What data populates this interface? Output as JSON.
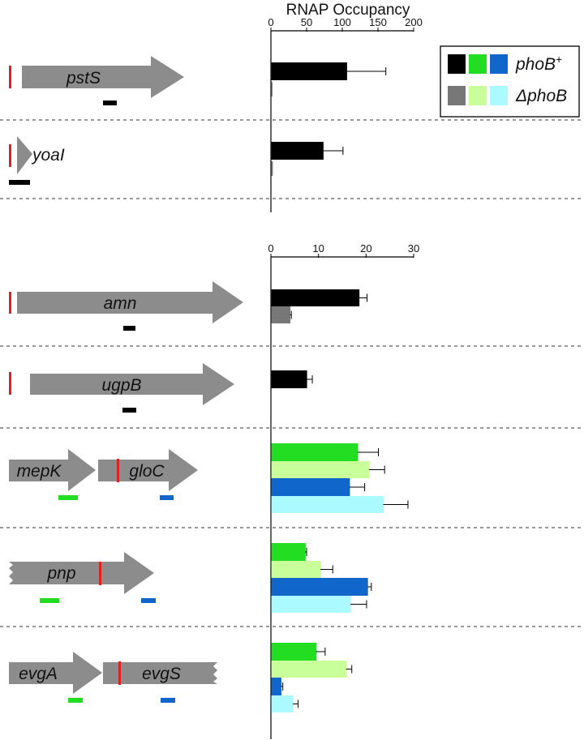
{
  "chart_data": {
    "type": "bar",
    "title": "RNAP Occupancy",
    "legend": {
      "placement": "top-right",
      "rows": [
        {
          "label": "phoB",
          "superscript": "+",
          "colors": [
            "#000000",
            "#22dd22",
            "#1166cc"
          ]
        },
        {
          "label": "ΔphoB",
          "superscript": "",
          "colors": [
            "#777777",
            "#c8ff9a",
            "#aafaff"
          ]
        }
      ]
    },
    "axes": [
      {
        "ticks": [
          0,
          50,
          100,
          150,
          200
        ],
        "xlim": [
          0,
          200
        ]
      },
      {
        "ticks": [
          0,
          10,
          20,
          30
        ],
        "xlim": [
          0,
          30
        ]
      }
    ],
    "panels": [
      {
        "id": "pstS",
        "axis": 0,
        "genes": [
          {
            "name": "pstS"
          }
        ],
        "bars": [
          {
            "series": "phoB+ black",
            "value": 106,
            "error": 55,
            "color": "#000000"
          },
          {
            "series": "ΔphoB grey",
            "value": 1.5,
            "error": 0,
            "color": "#777777"
          }
        ]
      },
      {
        "id": "yoaI",
        "axis": 0,
        "genes": [
          {
            "name": "yoaI"
          }
        ],
        "bars": [
          {
            "series": "phoB+ black",
            "value": 73,
            "error": 28,
            "color": "#000000"
          },
          {
            "series": "ΔphoB grey",
            "value": 2,
            "error": 0,
            "color": "#777777"
          }
        ]
      },
      {
        "id": "amn",
        "axis": 1,
        "genes": [
          {
            "name": "amn"
          }
        ],
        "bars": [
          {
            "series": "phoB+ black",
            "value": 18.5,
            "error": 1.7,
            "color": "#000000"
          },
          {
            "series": "ΔphoB grey",
            "value": 4,
            "error": 0.3,
            "color": "#777777"
          }
        ]
      },
      {
        "id": "ugpB",
        "axis": 1,
        "genes": [
          {
            "name": "ugpB"
          }
        ],
        "bars": [
          {
            "series": "phoB+ black",
            "value": 7.5,
            "error": 1.2,
            "color": "#000000"
          }
        ]
      },
      {
        "id": "mepK-gloC",
        "axis": 1,
        "genes": [
          {
            "name": "mepK"
          },
          {
            "name": "gloC"
          }
        ],
        "bars": [
          {
            "series": "phoB+ green",
            "value": 18.2,
            "error": 4.4,
            "color": "#22dd22"
          },
          {
            "series": "ΔphoB light green",
            "value": 20.6,
            "error": 3.3,
            "color": "#c8ff9a"
          },
          {
            "series": "phoB+ blue",
            "value": 16.5,
            "error": 3.2,
            "color": "#1166cc"
          },
          {
            "series": "ΔphoB light blue",
            "value": 23.6,
            "error": 5.2,
            "color": "#aafaff"
          }
        ]
      },
      {
        "id": "pnp",
        "axis": 1,
        "genes": [
          {
            "name": "pnp"
          }
        ],
        "bars": [
          {
            "series": "phoB+ green",
            "value": 7.2,
            "error": 0.3,
            "color": "#22dd22"
          },
          {
            "series": "ΔphoB light green",
            "value": 10.4,
            "error": 2.6,
            "color": "#c8ff9a"
          },
          {
            "series": "phoB+ blue",
            "value": 20.3,
            "error": 0.8,
            "color": "#1166cc"
          },
          {
            "series": "ΔphoB light blue",
            "value": 16.7,
            "error": 3.4,
            "color": "#aafaff"
          }
        ]
      },
      {
        "id": "evgA-evgS",
        "axis": 1,
        "genes": [
          {
            "name": "evgA"
          },
          {
            "name": "evgS"
          }
        ],
        "bars": [
          {
            "series": "phoB+ green",
            "value": 9.5,
            "error": 1.9,
            "color": "#22dd22"
          },
          {
            "series": "ΔphoB light green",
            "value": 15.8,
            "error": 1.2,
            "color": "#c8ff9a"
          },
          {
            "series": "phoB+ blue",
            "value": 2.1,
            "error": 0.4,
            "color": "#1166cc"
          },
          {
            "series": "ΔphoB light blue",
            "value": 4.6,
            "error": 1.1,
            "color": "#aafaff"
          }
        ]
      }
    ]
  }
}
